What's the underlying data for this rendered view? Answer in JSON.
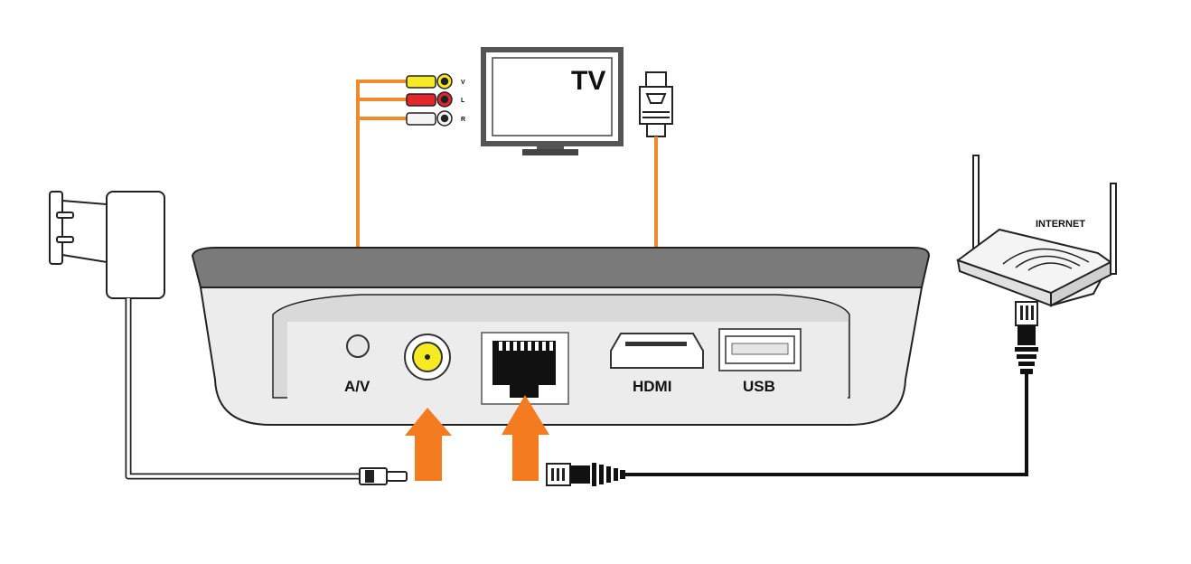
{
  "labels": {
    "tv": "TV",
    "av": "A/V",
    "hdmi": "HDMI",
    "usb": "USB",
    "internet": "INTERNET",
    "rca_v": "V",
    "rca_l": "L",
    "rca_r": "R"
  },
  "colors": {
    "cable_orange": "#f08a2c",
    "arrow_orange": "#f47b20",
    "rca_yellow": "#f6ea25",
    "rca_red": "#e3262b",
    "rca_white": "#f4f4f4",
    "box_dark": "#7a7a7a",
    "box_light": "#e6e6e6",
    "outline": "#222222"
  },
  "icons": [
    "power-adapter-icon",
    "tv-icon",
    "hdmi-plug-icon",
    "rca-plug-icon",
    "router-icon",
    "ethernet-plug-icon",
    "dc-plug-icon",
    "up-arrow-icon"
  ]
}
